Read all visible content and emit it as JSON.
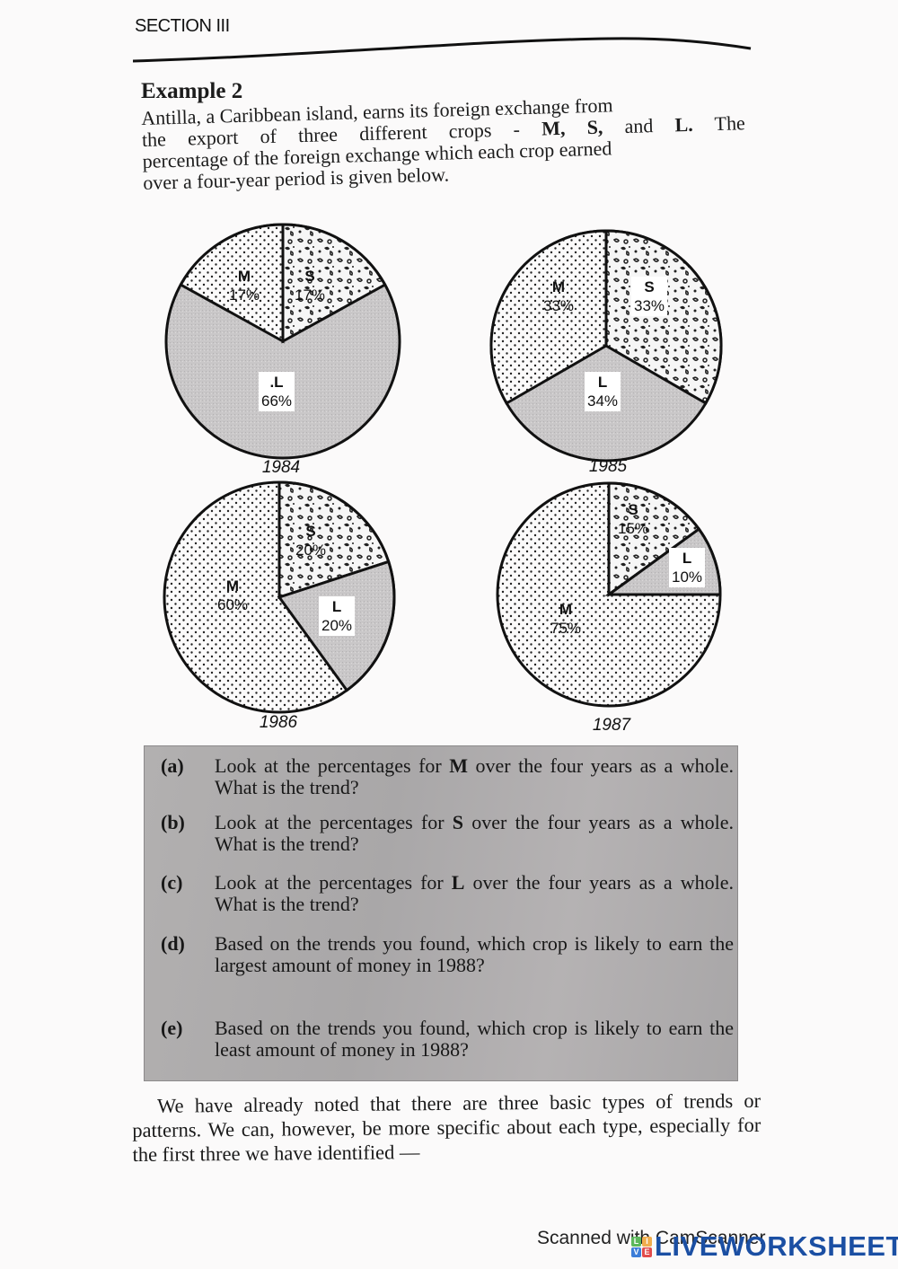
{
  "page": {
    "section_header": "SECTION III",
    "example_title": "Example 2",
    "intro": {
      "line_1": "Antilla, a Caribbean island, earns its foreign exchange from",
      "line_2_pre": "the export of three different crops - ",
      "line_2_bold": "M, S,",
      "line_2_mid": " and ",
      "line_2_bold2": "L.",
      "line_2_post": " The",
      "line_3": "percentage of the foreign exchange which each crop earned",
      "line_4": "over a four-year period is given below."
    },
    "questions": [
      {
        "letter": "(a)",
        "pre": "Look at the percentages for ",
        "bold": "M",
        "post": " over the four years as a whole. What is the trend?"
      },
      {
        "letter": "(b)",
        "pre": "Look at the percentages for ",
        "bold": "S",
        "post": " over the four years as a whole. What is the trend?"
      },
      {
        "letter": "(c)",
        "pre": "Look at the percentages for ",
        "bold": "L",
        "post": " over the four years as a whole. What is the trend?"
      },
      {
        "letter": "(d)",
        "pre": "Based on the trends you found, which crop is likely to earn the largest amount of money in 1988?",
        "bold": "",
        "post": ""
      },
      {
        "letter": "(e)",
        "pre": "Based on the trends you found, which crop is likely to earn the least amount of money in 1988?",
        "bold": "",
        "post": ""
      }
    ],
    "closing_paragraph": "We have already noted that there are three basic types of trends or patterns. We can, however, be more specific about each type, especially for the first three we have identified —",
    "watermark": "Scanned with CamScanner",
    "brand": {
      "logo_letters": [
        "L",
        "I",
        "V",
        "E"
      ],
      "logo_colors": [
        "#5cb85c",
        "#f0ad4e",
        "#3b7dd8",
        "#e24c4c"
      ],
      "name": "LIVEWORKSHEETS",
      "color": "#1b4fa3"
    }
  },
  "chart_data": [
    {
      "type": "pie",
      "title": "1984",
      "categories": [
        "M",
        "S",
        "L"
      ],
      "values": [
        17,
        17,
        66
      ],
      "labels": [
        "M 17%",
        "S 17%",
        ".L 66%"
      ],
      "fills": {
        "M": "dots",
        "S": "blotches",
        "L": "grey"
      }
    },
    {
      "type": "pie",
      "title": "1985",
      "categories": [
        "M",
        "S",
        "L"
      ],
      "values": [
        33,
        33,
        34
      ],
      "labels": [
        "M 33%",
        "S 33%",
        "L 34%"
      ],
      "fills": {
        "M": "dots",
        "S": "blotches",
        "L": "grey"
      }
    },
    {
      "type": "pie",
      "title": "1986",
      "categories": [
        "M",
        "S",
        "L"
      ],
      "values": [
        60,
        20,
        20
      ],
      "labels": [
        "M 60%",
        "S 20%",
        "L 20%"
      ],
      "fills": {
        "M": "dots",
        "S": "blotches",
        "L": "grey"
      }
    },
    {
      "type": "pie",
      "title": "1987",
      "categories": [
        "M",
        "S",
        "L"
      ],
      "values": [
        75,
        15,
        10
      ],
      "labels": [
        "M 75%",
        "S 15%",
        "L 10%"
      ],
      "fills": {
        "M": "dots",
        "S": "blotches",
        "L": "grey"
      }
    }
  ]
}
